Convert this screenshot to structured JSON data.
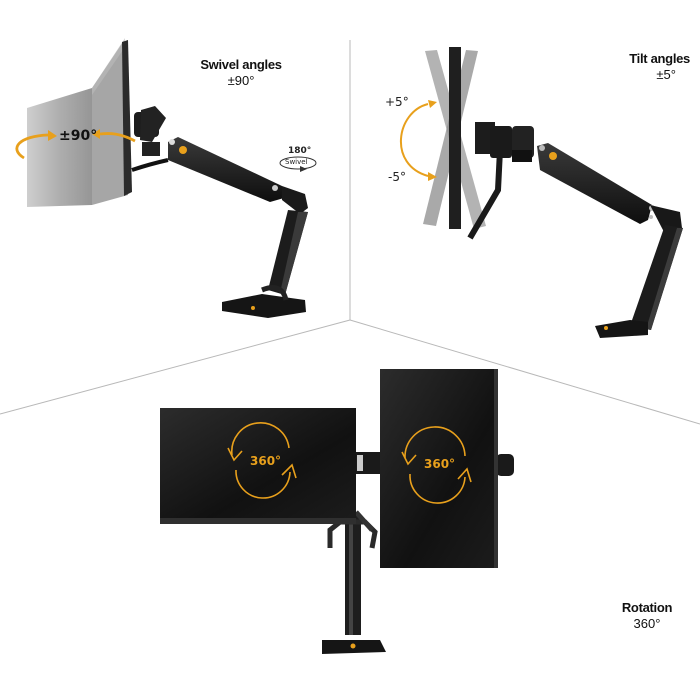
{
  "panels": {
    "swivel": {
      "title": "Swivel angles",
      "value": "±90°",
      "overlay_label": "±90°",
      "badge_top": "180°",
      "badge_bottom": "Swivel"
    },
    "tilt": {
      "title": "Tilt angles",
      "value": "±5°",
      "plus_label": "+5°",
      "minus_label": "-5°"
    },
    "rotation": {
      "title": "Rotation",
      "value": "360°",
      "left_monitor_label": "360°",
      "right_monitor_label": "360°"
    }
  },
  "colors": {
    "accent": "#e8a01c",
    "arm": "#1a1a1a",
    "divider": "#b5b5b5"
  }
}
